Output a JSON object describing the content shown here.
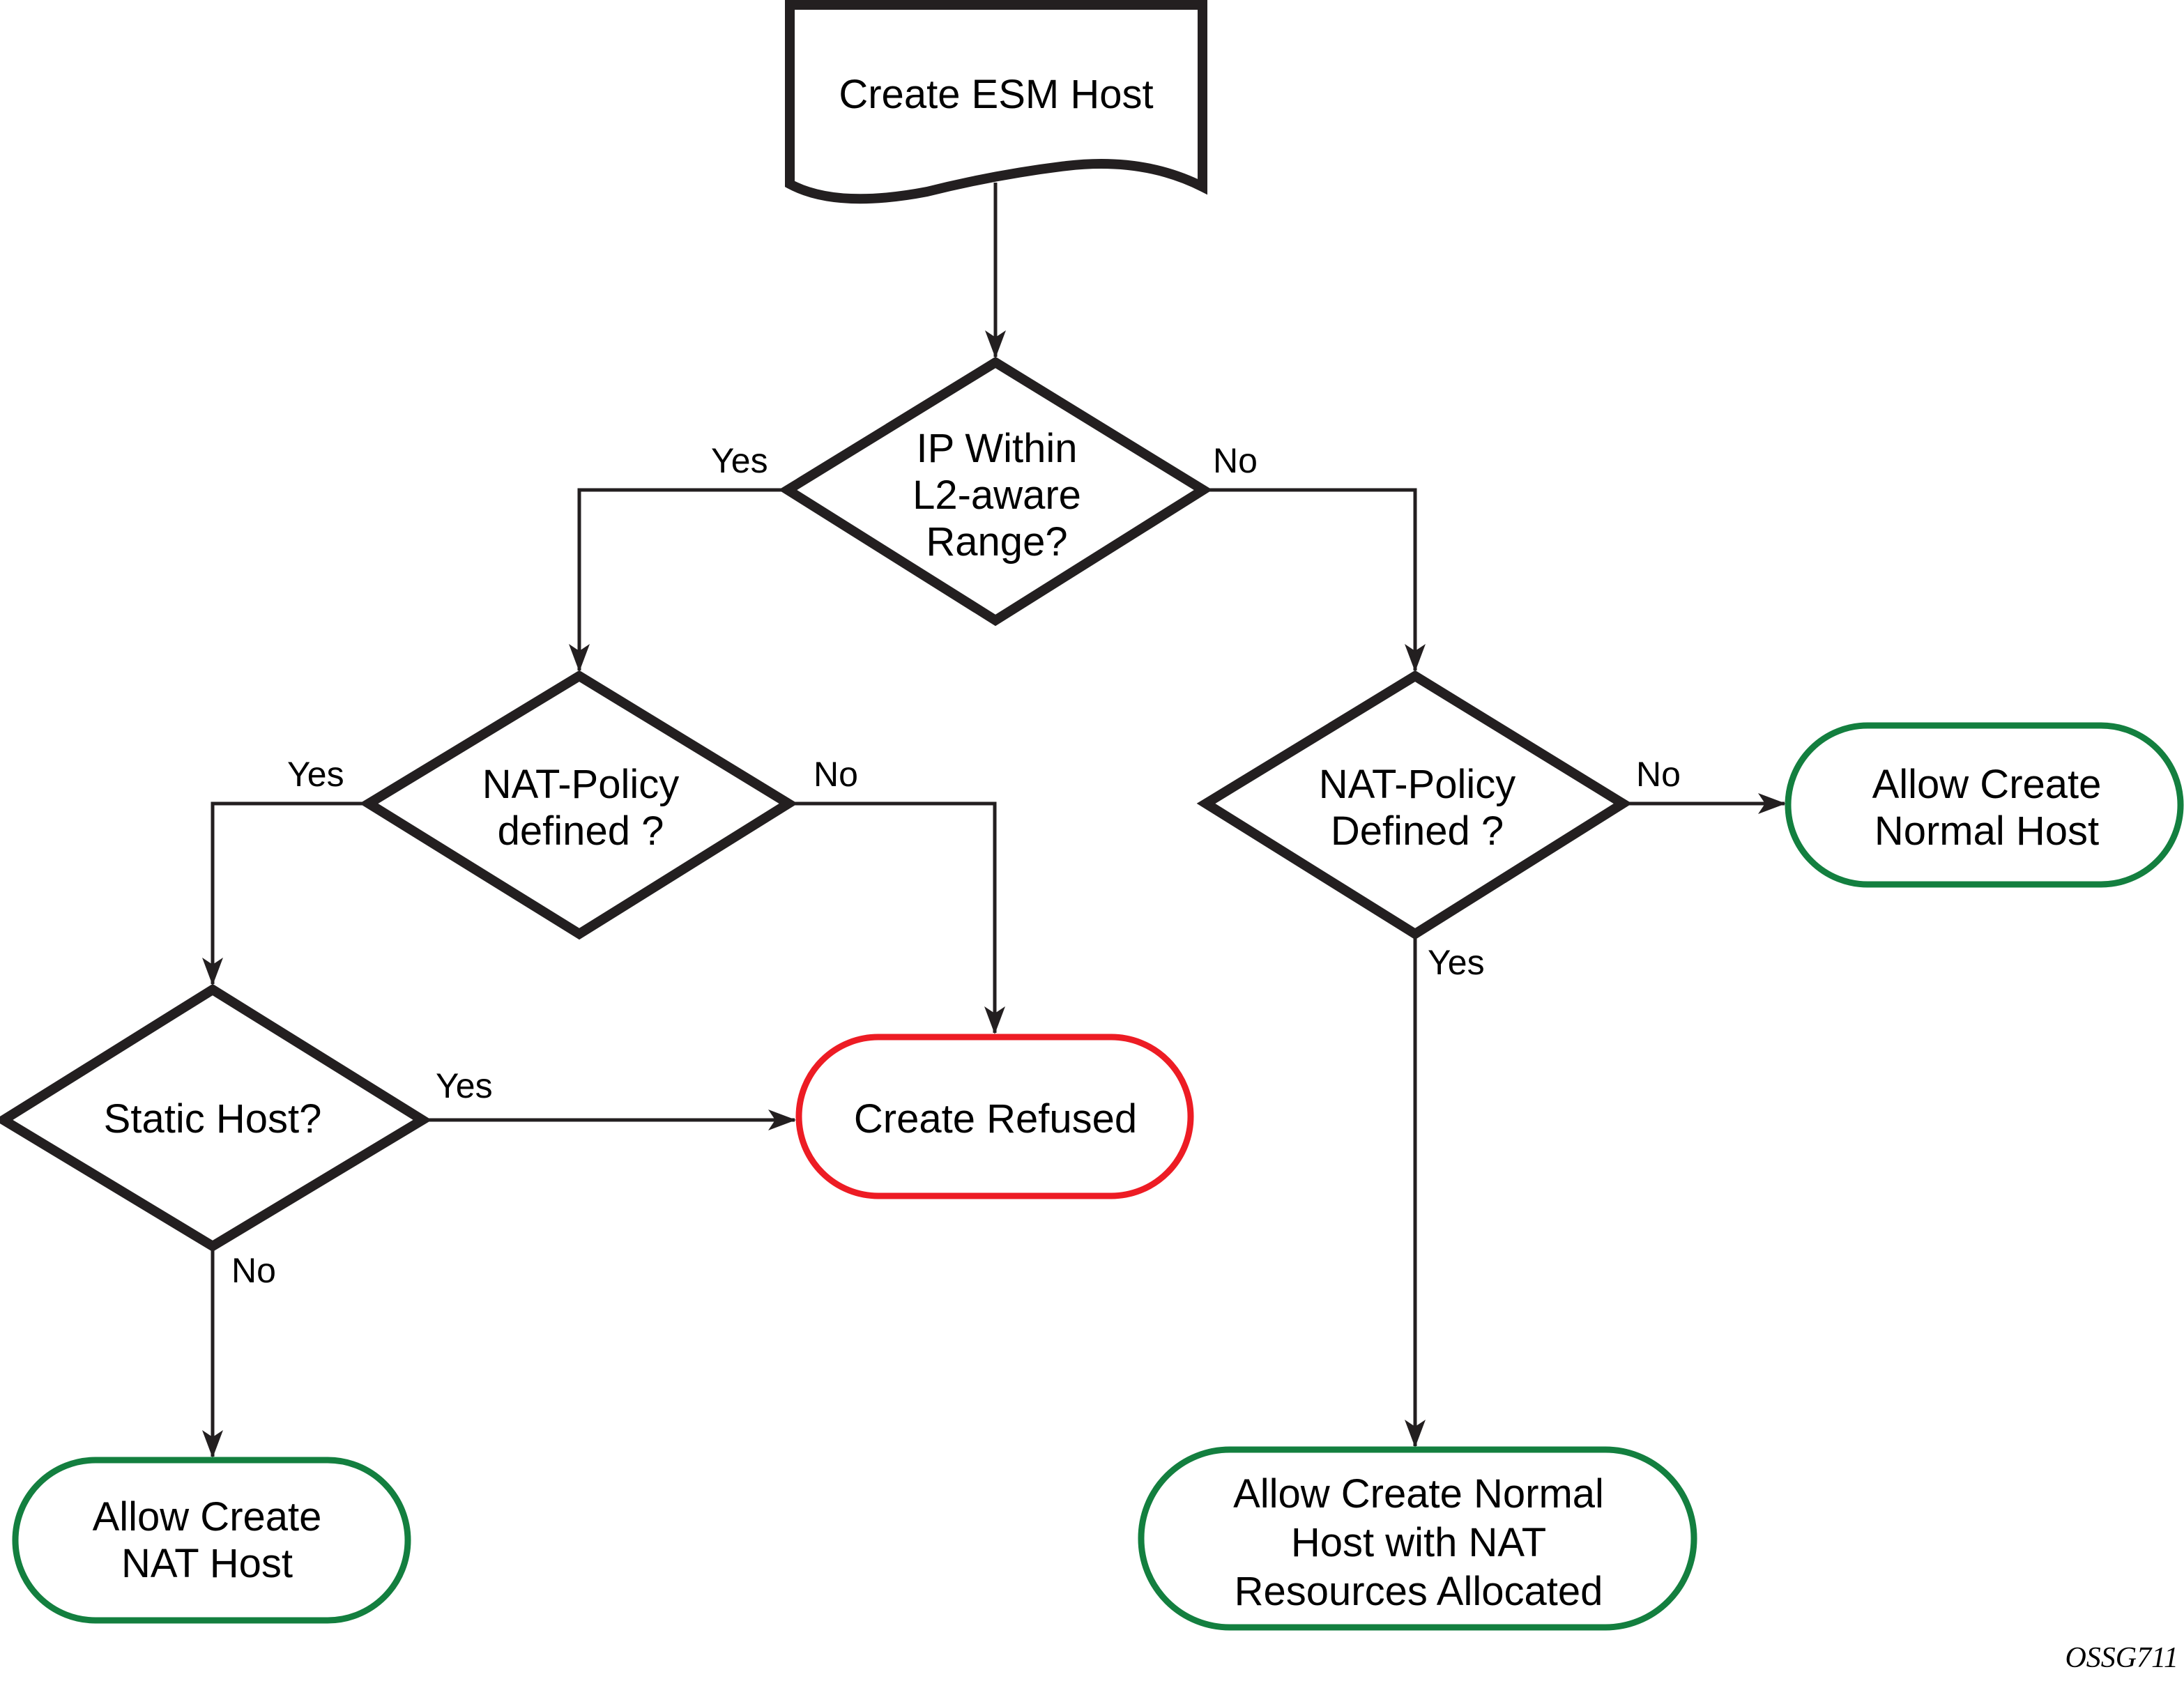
{
  "diagram": {
    "type": "flowchart",
    "colors": {
      "line": "#231f20",
      "success": "#137f3f",
      "refused": "#ed1c24"
    },
    "nodes": {
      "start": {
        "kind": "document",
        "lines": [
          "Create ESM Host"
        ]
      },
      "ip_check": {
        "kind": "decision",
        "lines": [
          "IP Within",
          "L2-aware",
          "Range?"
        ]
      },
      "nat_policy_left": {
        "kind": "decision",
        "lines": [
          "NAT-Policy",
          "defined ?"
        ]
      },
      "nat_policy_right": {
        "kind": "decision",
        "lines": [
          "NAT-Policy",
          "Defined ?"
        ]
      },
      "static_host": {
        "kind": "decision",
        "lines": [
          "Static Host?"
        ]
      },
      "create_refused": {
        "kind": "terminal",
        "status": "refused",
        "lines": [
          "Create Refused"
        ]
      },
      "allow_normal_host": {
        "kind": "terminal",
        "status": "success",
        "lines": [
          "Allow Create",
          "Normal Host"
        ]
      },
      "allow_nat_host": {
        "kind": "terminal",
        "status": "success",
        "lines": [
          "Allow Create",
          "NAT Host"
        ]
      },
      "allow_normal_with_nat": {
        "kind": "terminal",
        "status": "success",
        "lines": [
          "Allow Create Normal",
          "Host with NAT",
          "Resources Allocated"
        ]
      }
    },
    "edges": [
      {
        "from": "start",
        "to": "ip_check",
        "label": ""
      },
      {
        "from": "ip_check",
        "to": "nat_policy_left",
        "label": "Yes"
      },
      {
        "from": "ip_check",
        "to": "nat_policy_right",
        "label": "No"
      },
      {
        "from": "nat_policy_left",
        "to": "static_host",
        "label": "Yes"
      },
      {
        "from": "nat_policy_left",
        "to": "create_refused",
        "label": "No"
      },
      {
        "from": "static_host",
        "to": "create_refused",
        "label": "Yes"
      },
      {
        "from": "static_host",
        "to": "allow_nat_host",
        "label": "No"
      },
      {
        "from": "nat_policy_right",
        "to": "allow_normal_host",
        "label": "No"
      },
      {
        "from": "nat_policy_right",
        "to": "allow_normal_with_nat",
        "label": "Yes"
      }
    ],
    "figure_id": "OSSG711"
  }
}
